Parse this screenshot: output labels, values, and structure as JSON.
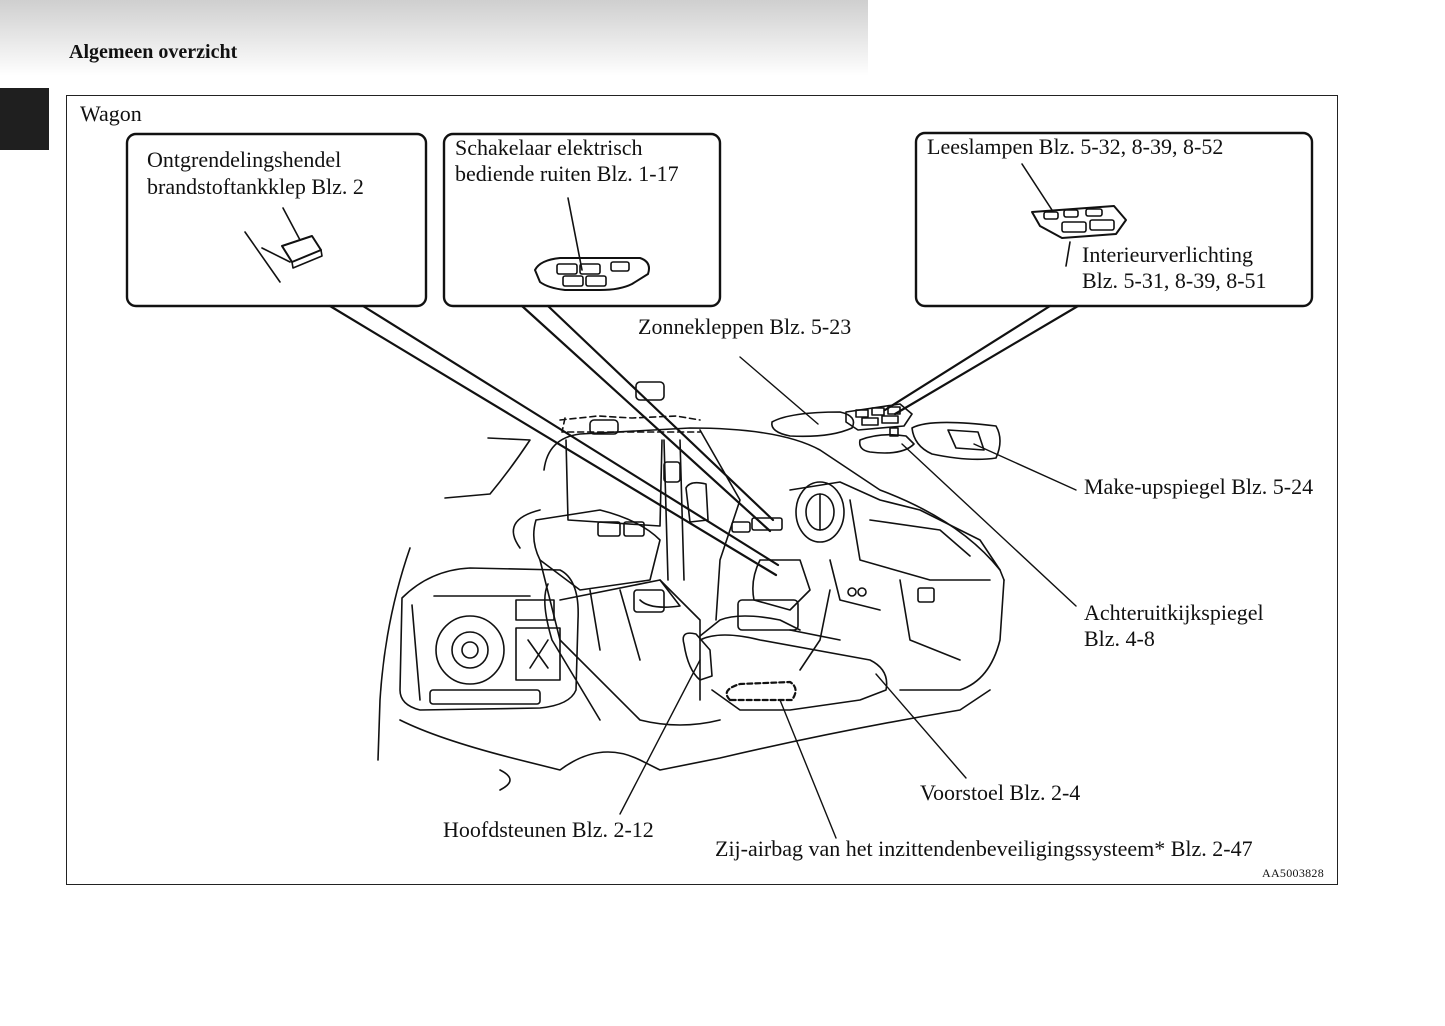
{
  "header": {
    "title": "Algemeen overzicht"
  },
  "diagram": {
    "variant": "Wagon",
    "callouts": {
      "fuel_lid": {
        "line1": "Ontgrendelingshendel",
        "line2": "brandstoftankklep Blz. 2"
      },
      "window_switch": {
        "line1": "Schakelaar elektrisch",
        "line2": "bediende ruiten Blz. 1-17"
      },
      "reading_lamps": {
        "line1": "Leeslampen Blz. 5-32, 8-39, 8-52"
      },
      "interior_light": {
        "line1": "Interieurverlichting",
        "line2": "Blz. 5-31, 8-39, 8-51"
      }
    },
    "labels": {
      "sun_visors": "Zonnekleppen Blz. 5-23",
      "vanity_mirror": "Make-upspiegel Blz. 5-24",
      "rear_view_mirror_1": "Achteruitkijkspiegel",
      "rear_view_mirror_2": "Blz. 4-8",
      "front_seat": "Voorstoel Blz. 2-4",
      "head_restraints": "Hoofdsteunen Blz. 2-12",
      "side_airbag": "Zij-airbag van het inzittendenbeveiligingssysteem* Blz. 2-47"
    },
    "figure_code": "AA5003828"
  }
}
